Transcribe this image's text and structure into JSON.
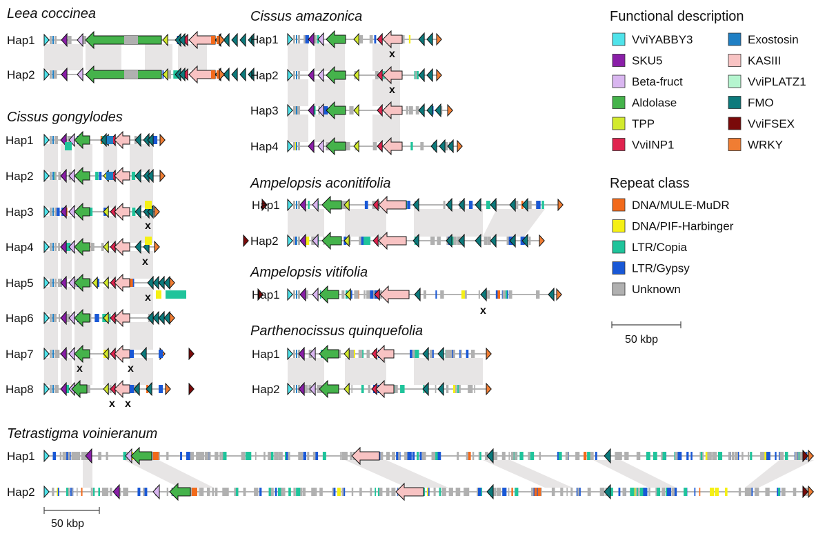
{
  "species": [
    {
      "name": "Leea coccinea",
      "haps": [
        {
          "label": "Hap1",
          "length": 0.88,
          "missing": []
        },
        {
          "label": "Hap2",
          "length": 0.88,
          "missing": []
        }
      ]
    },
    {
      "name": "Cissus gongylodes",
      "haps": [
        {
          "label": "Hap1",
          "length": 0.58,
          "missing": []
        },
        {
          "label": "Hap2",
          "length": 0.58,
          "missing": []
        },
        {
          "label": "Hap3",
          "length": 0.53,
          "missing": [
            "x"
          ]
        },
        {
          "label": "Hap4",
          "length": 0.53,
          "missing": [
            "x"
          ]
        },
        {
          "label": "Hap5",
          "length": 0.61,
          "missing": [
            "x"
          ]
        },
        {
          "label": "Hap6",
          "length": 0.61,
          "missing": []
        },
        {
          "label": "Hap7",
          "length": 0.6,
          "missing": [
            "x",
            "x"
          ]
        },
        {
          "label": "Hap8",
          "length": 0.6,
          "missing": [
            "x",
            "x"
          ]
        }
      ]
    },
    {
      "name": "Cissus amazonica",
      "haps": [
        {
          "label": "Hap1",
          "length": 0.55,
          "missing": [
            "x"
          ]
        },
        {
          "label": "Hap2",
          "length": 0.55,
          "missing": [
            "x"
          ]
        },
        {
          "label": "Hap3",
          "length": 0.57,
          "missing": []
        },
        {
          "label": "Hap4",
          "length": 0.62,
          "missing": []
        }
      ]
    },
    {
      "name": "Ampelopsis aconitifolia",
      "haps": [
        {
          "label": "Hap1",
          "length": 1.35,
          "missing": []
        },
        {
          "label": "Hap2",
          "length": 1.2,
          "missing": []
        }
      ]
    },
    {
      "name": "Ampelopsis vitifolia",
      "haps": [
        {
          "label": "Hap1",
          "length": 1.35,
          "missing": [
            "x"
          ]
        }
      ]
    },
    {
      "name": "Parthenocissus quinquefolia",
      "haps": [
        {
          "label": "Hap1",
          "length": 0.95,
          "missing": []
        },
        {
          "label": "Hap2",
          "length": 0.95,
          "missing": []
        }
      ]
    },
    {
      "name": "Tetrastigma voinieranum",
      "haps": [
        {
          "label": "Hap1",
          "length": 3.9,
          "missing": []
        },
        {
          "label": "Hap2",
          "length": 3.9,
          "missing": []
        }
      ]
    }
  ],
  "legend": {
    "functional_title": "Functional description",
    "functional": [
      {
        "label": "VviYABBY3",
        "color": "#4fe3ea"
      },
      {
        "label": "SKU5",
        "color": "#8a1fa8"
      },
      {
        "label": "Beta-fruct",
        "color": "#d9b6f0"
      },
      {
        "label": "Aldolase",
        "color": "#45b34b"
      },
      {
        "label": "TPP",
        "color": "#d3ea2d"
      },
      {
        "label": "VviINP1",
        "color": "#e0244f"
      },
      {
        "label": "Exostosin",
        "color": "#1f7fc4"
      },
      {
        "label": "KASIII",
        "color": "#f8c3c3"
      },
      {
        "label": "VviPLATZ1",
        "color": "#b5f5cf"
      },
      {
        "label": "FMO",
        "color": "#0c7a7c"
      },
      {
        "label": "VviFSEX",
        "color": "#7a0a0a"
      },
      {
        "label": "WRKY",
        "color": "#f07d33"
      }
    ],
    "repeat_title": "Repeat class",
    "repeat": [
      {
        "label": "DNA/MULE-MuDR",
        "color": "#f26a1b"
      },
      {
        "label": "DNA/PIF-Harbinger",
        "color": "#f5f014"
      },
      {
        "label": "LTR/Copia",
        "color": "#1fc49b"
      },
      {
        "label": "LTR/Gypsy",
        "color": "#1958d6"
      },
      {
        "label": "Unknown",
        "color": "#b0b0b0"
      }
    ]
  },
  "scale_bar": {
    "label": "50 kbp"
  },
  "colors": {
    "synteny": "#e3e1e1",
    "backbone": "#888888"
  }
}
